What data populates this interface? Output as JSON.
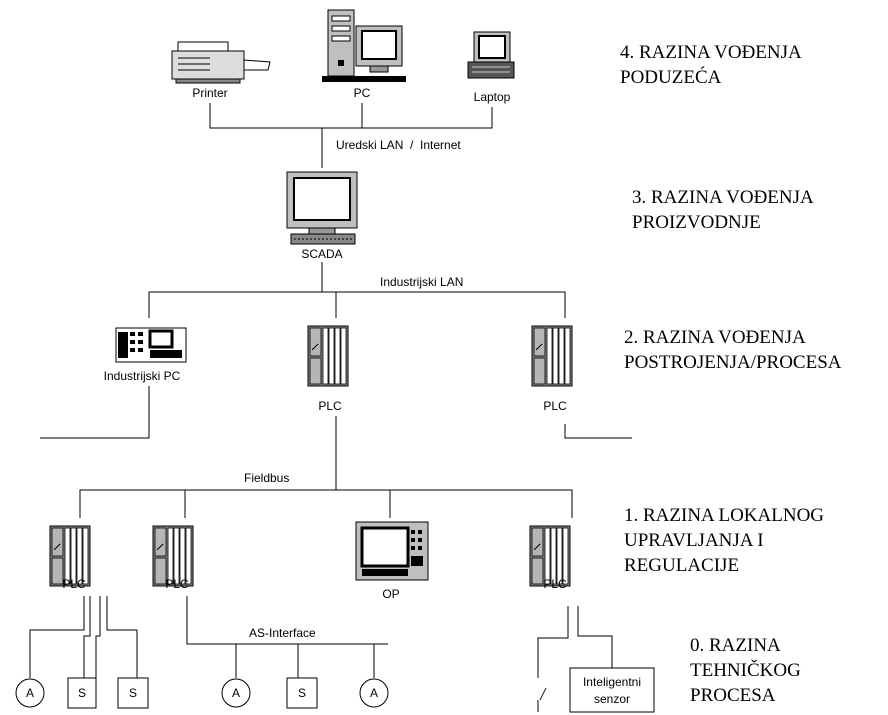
{
  "devices": {
    "printer": "Printer",
    "pc": "PC",
    "laptop": "Laptop",
    "scada": "SCADA",
    "industrial_pc": "Industrijski PC",
    "plc": "PLC",
    "op": "OP",
    "smart_sensor_line1": "Inteligentni",
    "smart_sensor_line2": "senzor"
  },
  "networks": {
    "office_lan": "Uredski LAN  /  Internet",
    "industrial_lan": "Industrijski LAN",
    "fieldbus": "Fieldbus",
    "as_interface": "AS-Interface"
  },
  "field_devices": {
    "actuator": "A",
    "sensor": "S"
  },
  "levels": [
    {
      "line1": "4. RAZINA VOĐENJA",
      "line2": "PODUZEĆA"
    },
    {
      "line1": "3. RAZINA VOĐENJA",
      "line2": "PROIZVODNJE"
    },
    {
      "line1": "2. RAZINA VOĐENJA",
      "line2": "POSTROJENJA/PROCESA"
    },
    {
      "line1": "1. RAZINA LOKALNOG",
      "line2": "UPRAVLJANJA I",
      "line3": "REGULACIJE"
    },
    {
      "line1": "0. RAZINA",
      "line2": "TEHNIČKOG",
      "line3": "PROCESA"
    }
  ]
}
